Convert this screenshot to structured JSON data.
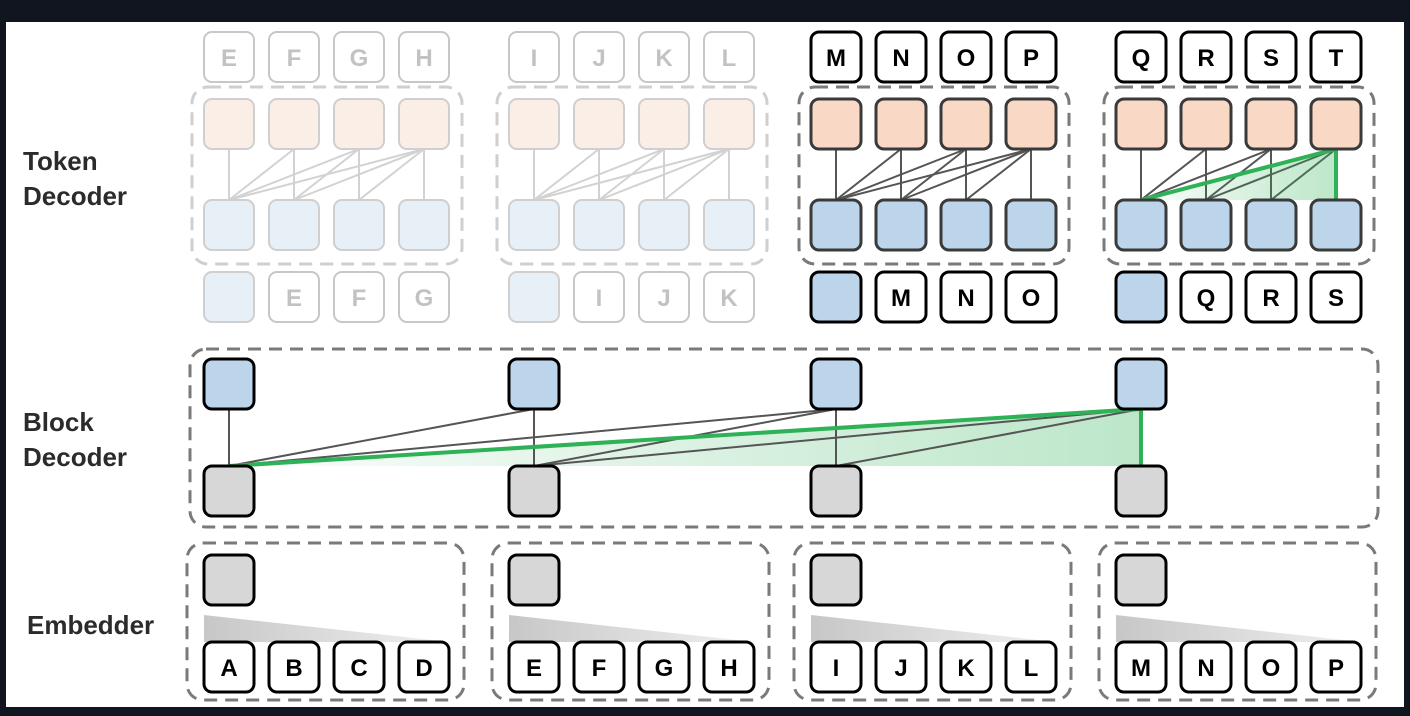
{
  "row_labels": {
    "token_decoder": [
      "Token",
      "Decoder"
    ],
    "block_decoder": [
      "Block",
      "Decoder"
    ],
    "embedder": "Embedder"
  },
  "embedder_tokens": [
    [
      "A",
      "B",
      "C",
      "D"
    ],
    [
      "E",
      "F",
      "G",
      "H"
    ],
    [
      "I",
      "J",
      "K",
      "L"
    ],
    [
      "M",
      "N",
      "O",
      "P"
    ]
  ],
  "token_decoder_groups": [
    {
      "faded": true,
      "outputs": [
        "E",
        "F",
        "G",
        "H"
      ],
      "inputs": [
        "E",
        "F",
        "G"
      ]
    },
    {
      "faded": true,
      "outputs": [
        "I",
        "J",
        "K",
        "L"
      ],
      "inputs": [
        "I",
        "J",
        "K"
      ]
    },
    {
      "faded": false,
      "outputs": [
        "M",
        "N",
        "O",
        "P"
      ],
      "inputs": [
        "M",
        "N",
        "O"
      ]
    },
    {
      "faded": false,
      "outputs": [
        "Q",
        "R",
        "S",
        "T"
      ],
      "inputs": [
        "Q",
        "R",
        "S"
      ]
    }
  ],
  "colors": {
    "background": "#101520",
    "canvas": "#ffffff",
    "blue_box": "#bcd5ea",
    "orange_box": "#f9d9c6",
    "gray_box": "#d7d7d7",
    "edge": "#555555",
    "highlight_edge": "#2fb257",
    "dashed_border": "#7a7a7a",
    "faded_border": "#cfcfcf"
  }
}
